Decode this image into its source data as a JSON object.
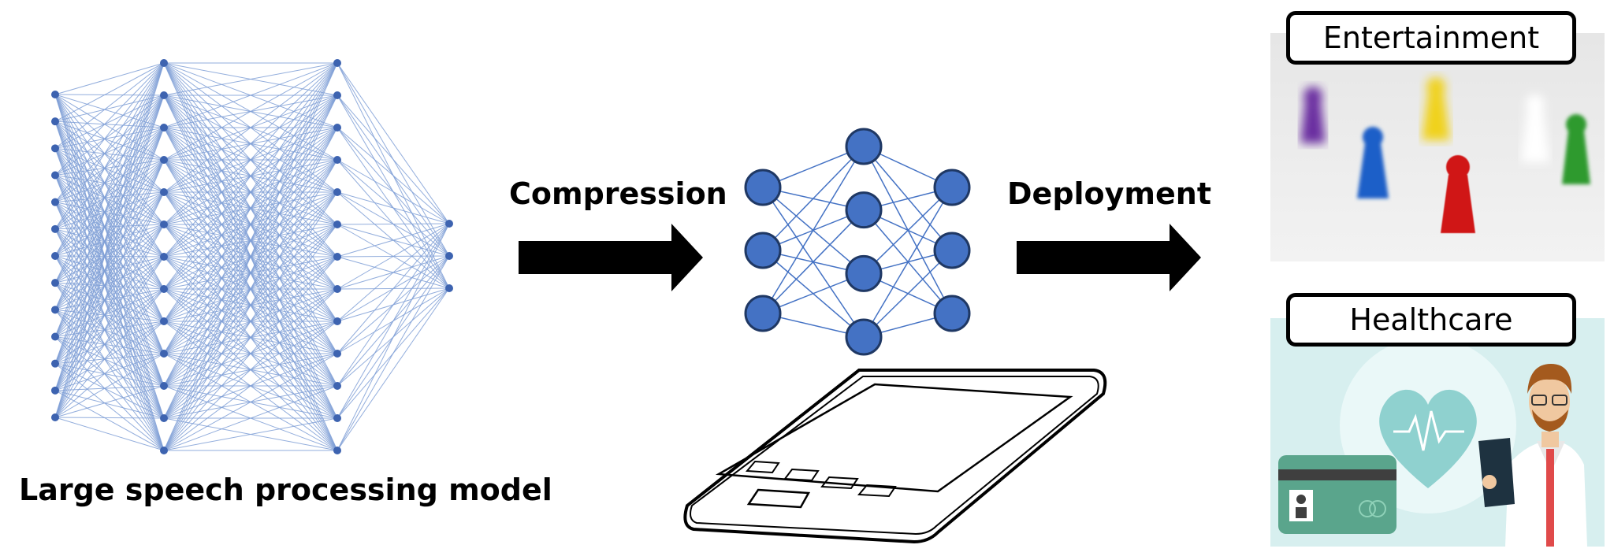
{
  "labels": {
    "large_model": "Large speech processing model",
    "compression": "Compression",
    "deployment": "Deployment",
    "entertainment": "Entertainment",
    "healthcare": "Healthcare"
  },
  "icons": {
    "compress_arrow": "right-arrow-icon",
    "deploy_arrow": "right-arrow-icon",
    "phone": "smartphone-icon",
    "doctor": "doctor-icon",
    "card": "health-card-icon",
    "heart": "heart-icon"
  },
  "colors": {
    "large_net_edge": "#7f9fd6",
    "large_net_node": "#3d63b0",
    "small_net_node_fill": "#4472c4",
    "small_net_node_stroke": "#1f3864",
    "arrow": "#000000",
    "pawn_colors": [
      "#6a2fa0",
      "#1a5fc8",
      "#f0d21c",
      "#d01818",
      "#e8e8e8",
      "#2e9a2e"
    ],
    "healthcare_bg": "#d7efef"
  },
  "large_network": {
    "layer_node_counts": [
      13,
      13,
      13,
      3
    ]
  },
  "small_network": {
    "layer_node_counts": [
      3,
      4,
      3
    ]
  }
}
